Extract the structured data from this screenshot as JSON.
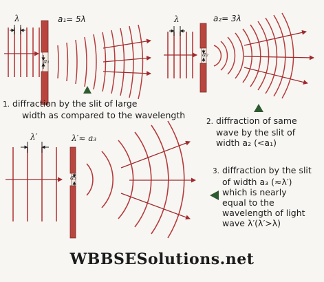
{
  "panel1": {
    "lambda": "λ",
    "width_label": "a₁= 5λ",
    "slit_label": "a₁",
    "caption_number": "1.",
    "caption_line1": "diffraction by the slit of large",
    "caption_line2": "width as compared to the wavelength"
  },
  "panel2": {
    "lambda": "λ",
    "width_label": "a₂= 3λ",
    "slit_label": "a₂",
    "caption_number": "2.",
    "caption_line1": "diffraction of same",
    "caption_line2": "wave by the slit of",
    "caption_line3": "width a₂ (<a₁)"
  },
  "panel3": {
    "lambda": "λ′",
    "relation_label": "λ′≈ a₃",
    "slit_label": "a₃",
    "caption_number": "3.",
    "caption_line1": "diffraction by the slit",
    "caption_line2": "of width a₃ (≈λ′)",
    "caption_line3": "which is nearly",
    "caption_line4": "equal to the",
    "caption_line5": "wavelength of light",
    "caption_line6": "wave λ′(λ′>λ)"
  },
  "colors": {
    "wave": "#b63a3c",
    "slit": "#b8463f",
    "marker": "#2d5a2e",
    "text": "#1c1c1c"
  },
  "watermark": "WBBSESolutions.net"
}
